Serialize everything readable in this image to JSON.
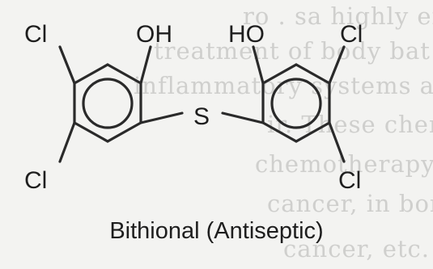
{
  "background_text": [
    "ro . sa  highly effective  agent  ag",
    "treatment of body bat of paternil",
    "inflammatory  systems  and  over  the",
    "ir. These chemicals attend the",
    "chemotherapy lesions are not",
    "cancer, in bone colon cancer",
    "cancer, etc. Chemotherapy"
  ],
  "atoms": {
    "left_cl_top": "Cl",
    "left_oh": "OH",
    "sulfur": "S",
    "left_cl_bottom": "Cl",
    "right_ho": "HO",
    "right_cl_top": "Cl",
    "right_cl_bottom": "Cl"
  },
  "caption": "Bithional (Antiseptic)",
  "colors": {
    "ink": "#1e1e1e",
    "background": "#f3f3f1",
    "bleed_text": "#cfcfcd"
  }
}
